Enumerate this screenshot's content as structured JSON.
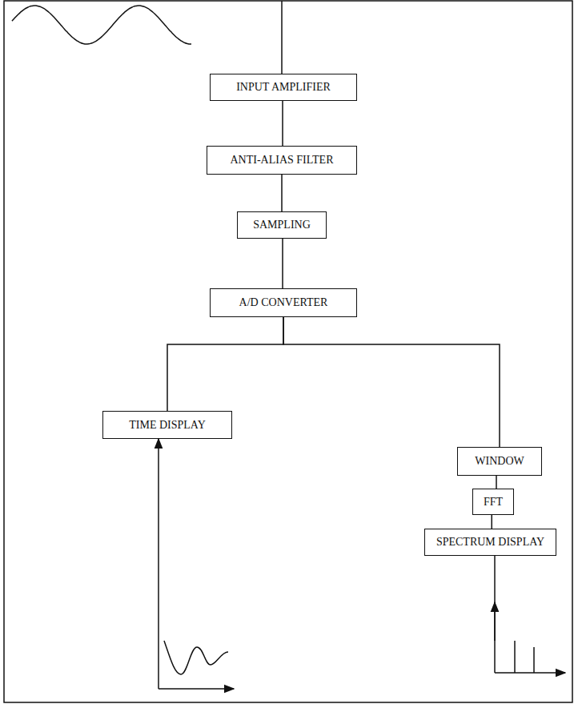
{
  "diagram": {
    "nodes": [
      {
        "text": [
          "INPUT AMPLIFIER"
        ]
      },
      {
        "text": [
          "ANTI-ALIAS FILTER"
        ]
      },
      {
        "text": [
          "SAMPLING"
        ]
      },
      {
        "text": [
          "A/D CONVERTER"
        ]
      },
      {
        "text": [
          "WINDOW"
        ]
      },
      {
        "text": [
          "TIME DISPLAY"
        ]
      },
      {
        "text": [
          "FFT"
        ]
      },
      {
        "text": [
          "SPECTRUM DISPLAY"
        ]
      }
    ],
    "edges": [
      {
        "from": 0,
        "to": 1,
        "arrow": "none"
      },
      {
        "from": 1,
        "to": 2,
        "arrow": "none"
      },
      {
        "from": 2,
        "to": 3,
        "arrow": "none"
      },
      {
        "from": 3,
        "to": 5,
        "arrow": "none"
      },
      {
        "from": 3,
        "to": 4,
        "arrow": "none"
      },
      {
        "from": 4,
        "to": 6,
        "arrow": "none"
      },
      {
        "from": 6,
        "to": 7,
        "arrow": "none"
      }
    ]
  }
}
